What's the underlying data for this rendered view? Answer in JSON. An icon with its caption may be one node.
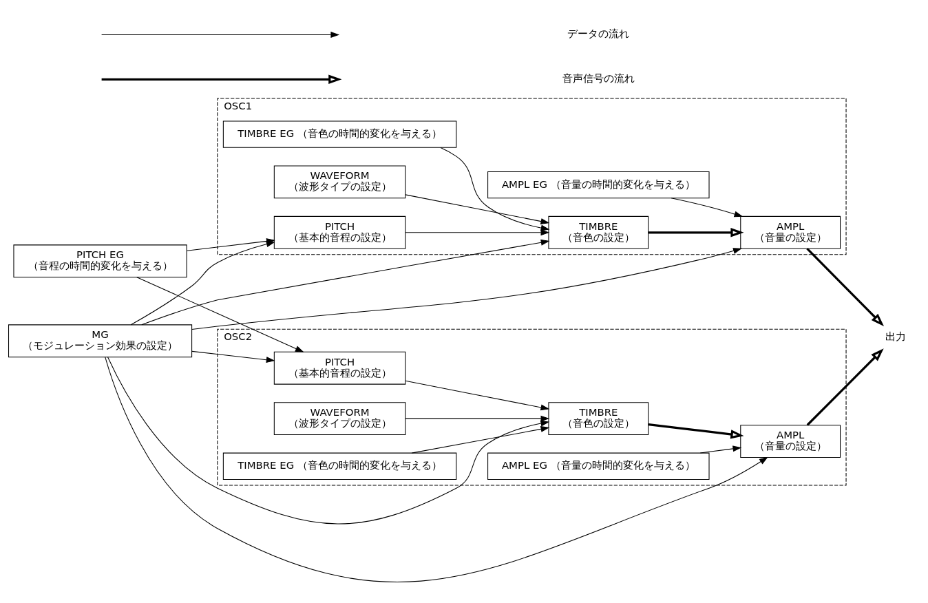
{
  "diagram": {
    "nodes": [
      {
        "text": [
          "OSC1"
        ]
      },
      {
        "text": [
          "TIMBRE EG （音色の時間的変化を与える）"
        ],
        "in": 0
      },
      {
        "text": [
          "AMPL EG （音量の時間的変化を与える）"
        ],
        "in": 0
      },
      {
        "text": [
          "WAVEFORM",
          "（波形タイプの設定）"
        ],
        "in": 0
      },
      {
        "text": [
          "TIMBRE",
          "（音色の設定）"
        ],
        "in": 0
      },
      {
        "text": [
          "AMPL",
          "（音量の設定）"
        ],
        "in": 0
      },
      {
        "text": [
          "PITCH",
          "（基本的音程の設定）"
        ],
        "in": 0
      },
      {
        "text": [
          "PITCH EG",
          "（音程の時間的変化を与える）"
        ]
      },
      {
        "text": [
          "MG",
          "（モジュレーション効果の設定）"
        ]
      },
      {
        "text": [
          "OSC2"
        ]
      },
      {
        "text": [
          "PITCH",
          "（基本的音程の設定）"
        ],
        "in": 9
      },
      {
        "text": [
          "TIMBRE",
          "（音色の設定）"
        ],
        "in": 9
      },
      {
        "text": [
          "AMPL",
          "（音量の設定）"
        ],
        "in": 9
      },
      {
        "text": [
          "WAVEFORM",
          "（波形タイプの設定）"
        ],
        "in": 9
      },
      {
        "text": [
          "TIMBRE EG （音色の時間的変化を与える）"
        ],
        "in": 9
      },
      {
        "text": [
          "AMPL EG （音量の時間的変化を与える）"
        ],
        "in": 9
      },
      {
        "text": [
          "出力"
        ]
      }
    ],
    "edges": [
      {
        "from": 1,
        "to": 4,
        "arrow": "to"
      },
      {
        "from": 2,
        "to": 5,
        "arrow": "to"
      },
      {
        "from": 3,
        "to": 4,
        "arrow": "to"
      },
      {
        "from": 4,
        "to": 5,
        "arrow": "to",
        "style": "thick"
      },
      {
        "from": 6,
        "to": 4,
        "arrow": "to"
      },
      {
        "from": 5,
        "to": 16,
        "arrow": "to",
        "style": "thick"
      },
      {
        "from": 7,
        "to": 6,
        "arrow": "to"
      },
      {
        "from": 8,
        "to": 6,
        "arrow": "to"
      },
      {
        "from": 8,
        "to": 4,
        "arrow": "to"
      },
      {
        "from": 8,
        "to": 5,
        "arrow": "to"
      },
      {
        "from": 7,
        "to": 10,
        "arrow": "to"
      },
      {
        "from": 8,
        "to": 10,
        "arrow": "to"
      },
      {
        "from": 8,
        "to": 11,
        "arrow": "to"
      },
      {
        "from": 8,
        "to": 12,
        "arrow": "to"
      },
      {
        "from": 10,
        "to": 11,
        "arrow": "to"
      },
      {
        "from": 11,
        "to": 12,
        "arrow": "to",
        "style": "thick"
      },
      {
        "from": 12,
        "to": 16,
        "arrow": "to",
        "style": "thick"
      },
      {
        "from": 13,
        "to": 11,
        "arrow": "to"
      },
      {
        "from": 14,
        "to": 11,
        "arrow": "to"
      },
      {
        "from": 15,
        "to": 12,
        "arrow": "to"
      }
    ],
    "legend": [
      {
        "text": "データの流れ"
      },
      {
        "text": "音声信号の流れ"
      }
    ]
  }
}
